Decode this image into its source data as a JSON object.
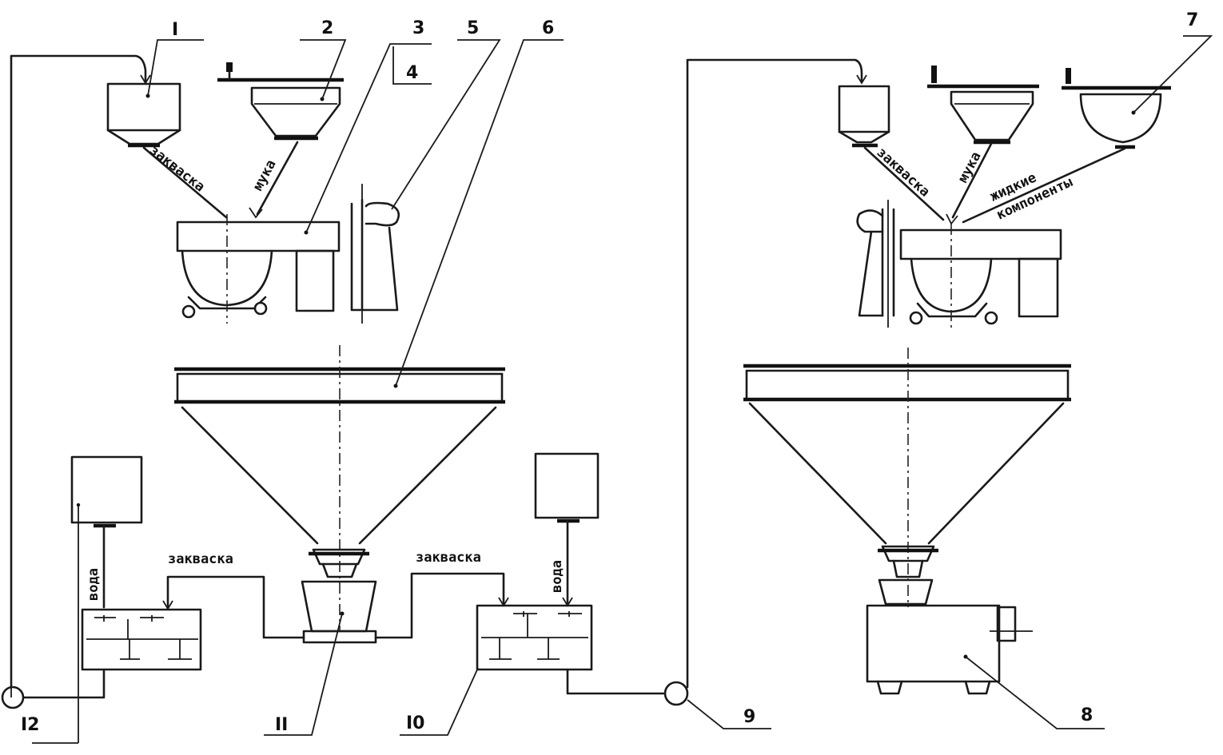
{
  "labels": {
    "n1": "I",
    "n2": "2",
    "n3": "3",
    "n4": "4",
    "n5": "5",
    "n6": "6",
    "n7": "7",
    "n8": "8",
    "n9": "9",
    "n10": "I0",
    "n11": "II",
    "n12": "I2"
  },
  "flows": {
    "starter_left": "закваска",
    "flour_left": "мука",
    "starter_right": "закваска",
    "flour_right": "мука",
    "liquid_right_1": "жидкие",
    "liquid_right_2": "компоненты",
    "starter_bottom_left": "закваска",
    "starter_bottom_right": "закваска",
    "water_left": "вода",
    "water_right": "вода"
  }
}
